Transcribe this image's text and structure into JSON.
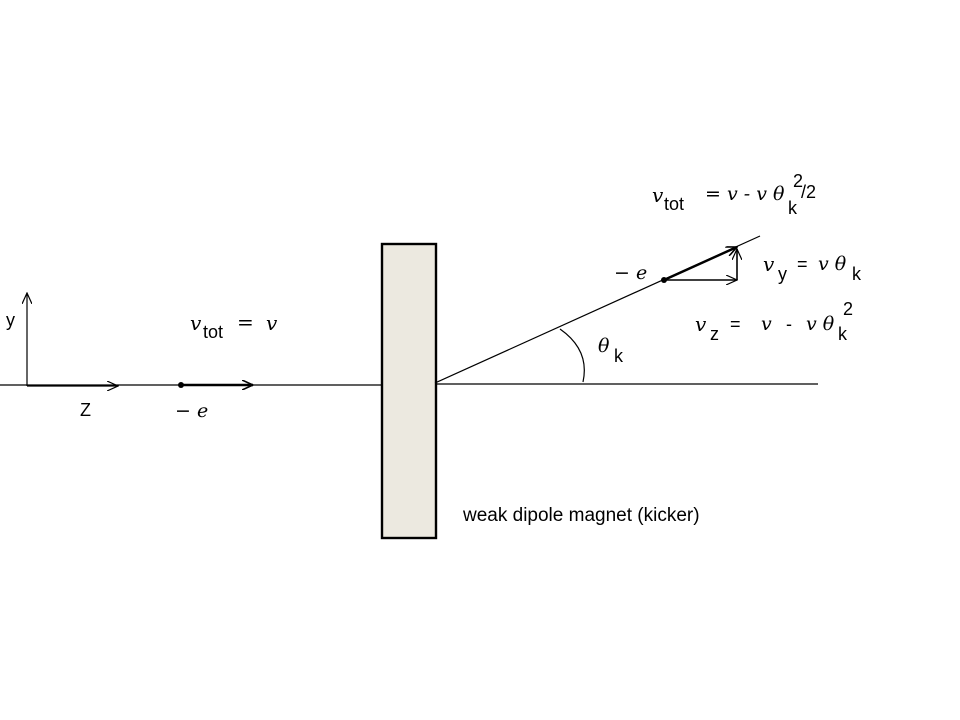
{
  "axes": {
    "y_label": "y",
    "z_label": "Z"
  },
  "incoming": {
    "charge": "− e",
    "v_sym": "v",
    "v_sub": "tot",
    "eq": "=",
    "v_val": "v"
  },
  "angle": {
    "sym": "θ",
    "sub": "k"
  },
  "magnet": {
    "label": "weak dipole magnet (kicker)",
    "fill": "#ece9e0"
  },
  "outgoing": {
    "charge": "− e",
    "vtot": {
      "sym": "v",
      "sub": "tot",
      "rhs": "= v - v θ",
      "k": "k",
      "sq": "2",
      "tail": "/2"
    },
    "vy": {
      "sym": "v",
      "sub": "y",
      "eq": "=",
      "rhs": "v θ",
      "k": "k"
    },
    "vz": {
      "sym": "v",
      "sub": "z",
      "eq": "=",
      "v1": "v",
      "minus": "-",
      "v2": "v θ",
      "k": "k",
      "sq": "2"
    }
  }
}
